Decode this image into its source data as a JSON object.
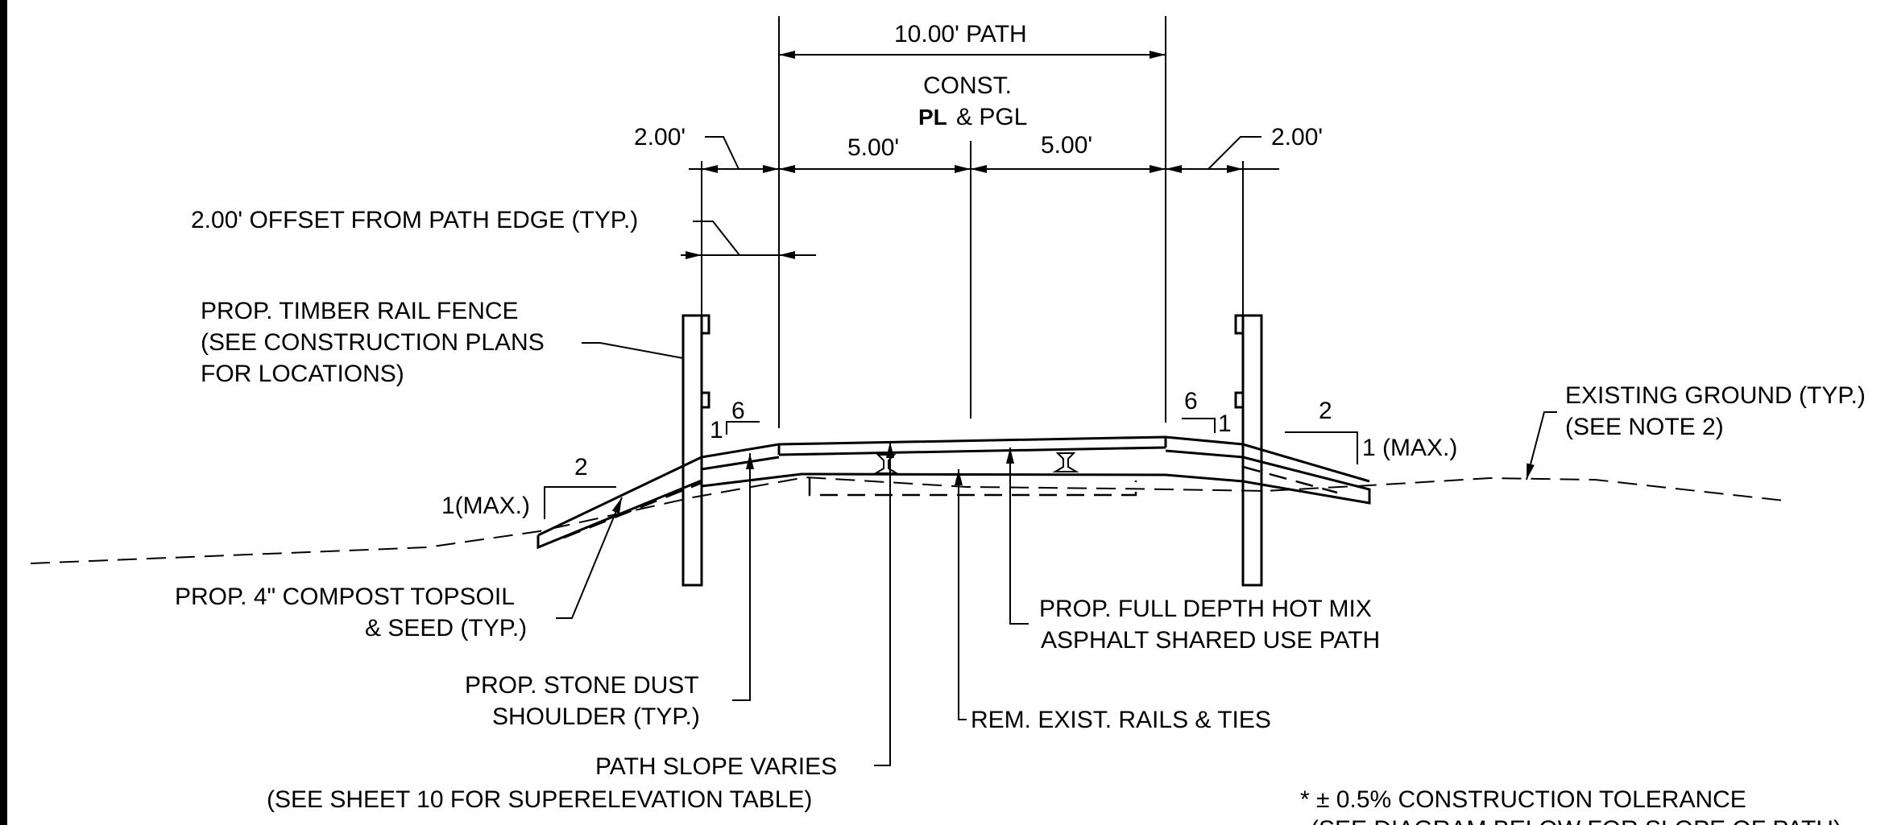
{
  "dimensions": {
    "path_width": "10.00' PATH",
    "const_label": "CONST.",
    "cl_symbol": "PL",
    "cl_suffix": "& PGL",
    "half_left": "5.00'",
    "half_right": "5.00'",
    "offset_left": "2.00'",
    "offset_right": "2.00'"
  },
  "slopes": {
    "left_slope_run": "2",
    "left_slope_rise": "1(MAX.)",
    "left_shoulder_run": "6",
    "left_shoulder_rise": "1",
    "right_shoulder_run": "6",
    "right_shoulder_rise": "1",
    "right_slope_run": "2",
    "right_slope_rise": "1 (MAX.)"
  },
  "callouts": {
    "offset_note": "2.00' OFFSET FROM PATH EDGE (TYP.)",
    "fence": [
      "PROP. TIMBER RAIL FENCE",
      "(SEE CONSTRUCTION PLANS",
      "FOR LOCATIONS)"
    ],
    "existing_ground": [
      "EXISTING GROUND (TYP.)",
      "(SEE NOTE 2)"
    ],
    "topsoil": [
      "PROP. 4\" COMPOST TOPSOIL",
      "& SEED (TYP.)"
    ],
    "shoulder": [
      "PROP. STONE DUST",
      "SHOULDER (TYP.)"
    ],
    "asphalt": [
      "PROP. FULL DEPTH HOT MIX",
      "ASPHALT SHARED USE PATH"
    ],
    "rails": "REM. EXIST. RAILS & TIES",
    "path_slope": [
      "PATH SLOPE VARIES",
      "(SEE SHEET 10 FOR SUPERELEVATION TABLE)"
    ],
    "tolerance": [
      "* ± 0.5% CONSTRUCTION TOLERANCE",
      "(SEE DIAGRAM BELOW FOR SLOPE OF PATH)"
    ]
  }
}
